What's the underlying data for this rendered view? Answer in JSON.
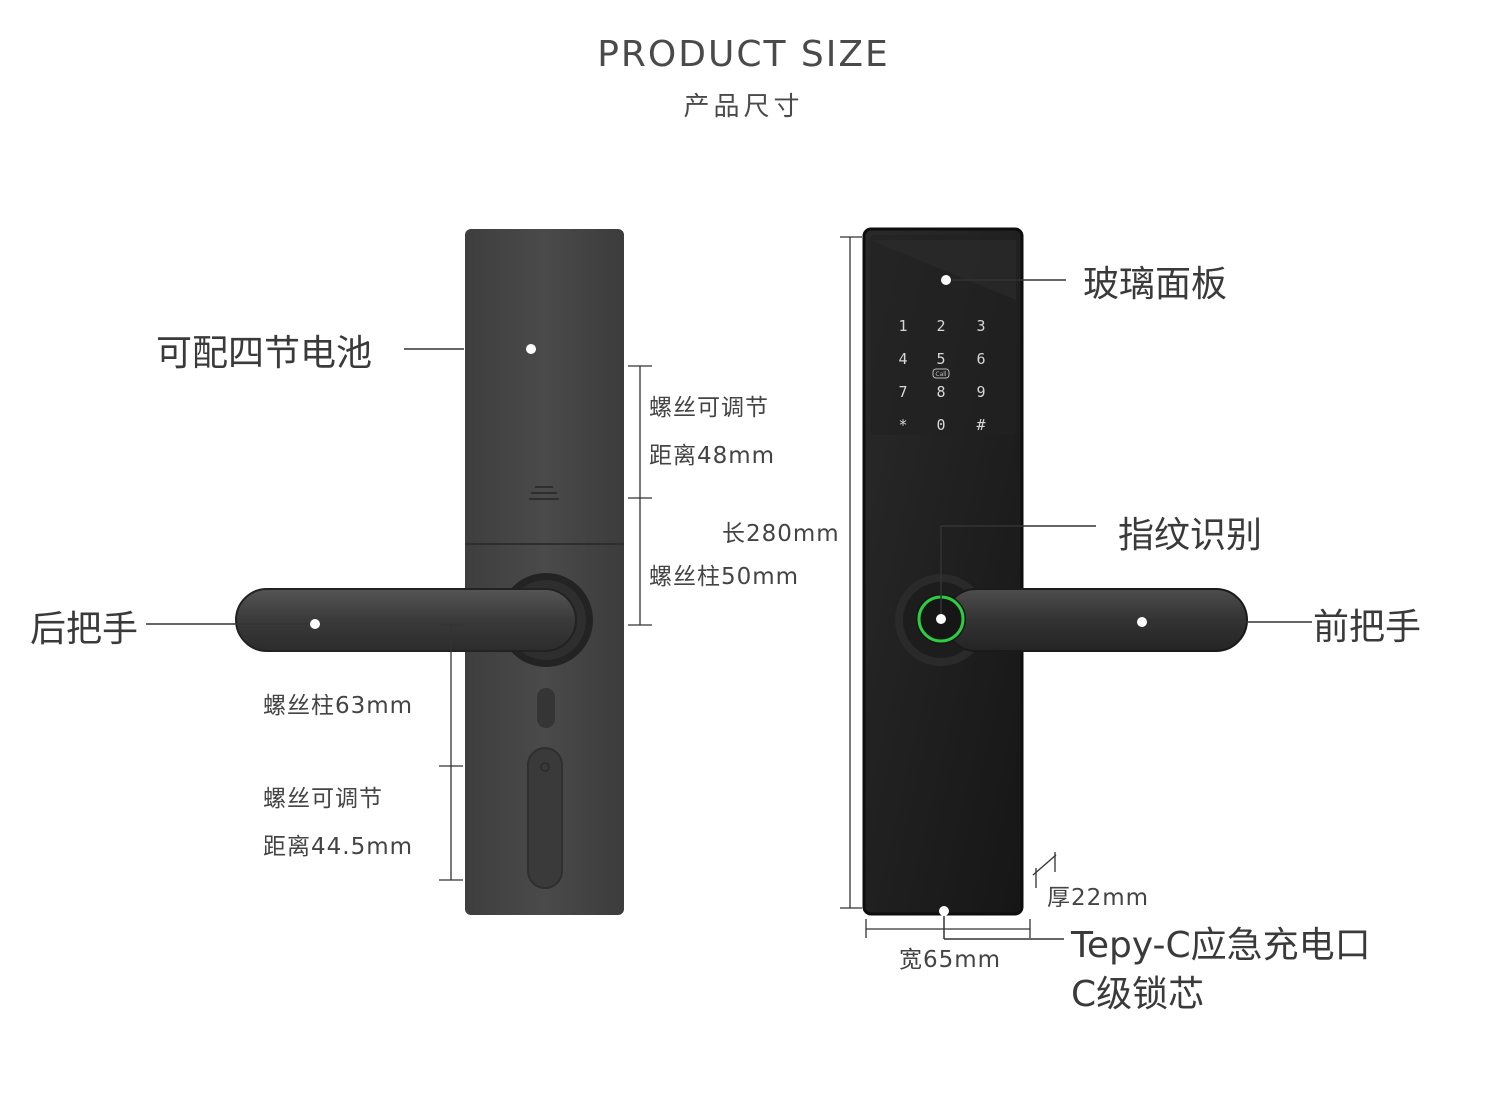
{
  "header": {
    "title_en": "PRODUCT SIZE",
    "title_cn": "产品尺寸"
  },
  "back_view": {
    "battery_label": "可配四节电池",
    "rear_handle_label": "后把手",
    "screw_adjust_48_line1": "螺丝可调节",
    "screw_adjust_48_line2": "距离48mm",
    "screw_post_50": "螺丝柱50mm",
    "screw_post_63": "螺丝柱63mm",
    "screw_adjust_44_line1": "螺丝可调节",
    "screw_adjust_44_line2": "距离44.5mm"
  },
  "front_view": {
    "glass_panel_label": "玻璃面板",
    "fingerprint_label": "指纹识别",
    "front_handle_label": "前把手",
    "length_label": "长280mm",
    "thickness_label": "厚22mm",
    "width_label": "宽65mm",
    "usb_label": "Tepy-C应急充电口",
    "lock_core_label": "C级锁芯",
    "keypad": [
      "1",
      "2",
      "3",
      "4",
      "5",
      "6",
      "7",
      "8",
      "9",
      "*",
      "0",
      "#"
    ],
    "keypad_badge": "Call"
  },
  "colors": {
    "body_back": "#464646",
    "body_front": "#1c1c1c",
    "fingerprint_ring": "#2ecc40",
    "line": "#333333"
  }
}
